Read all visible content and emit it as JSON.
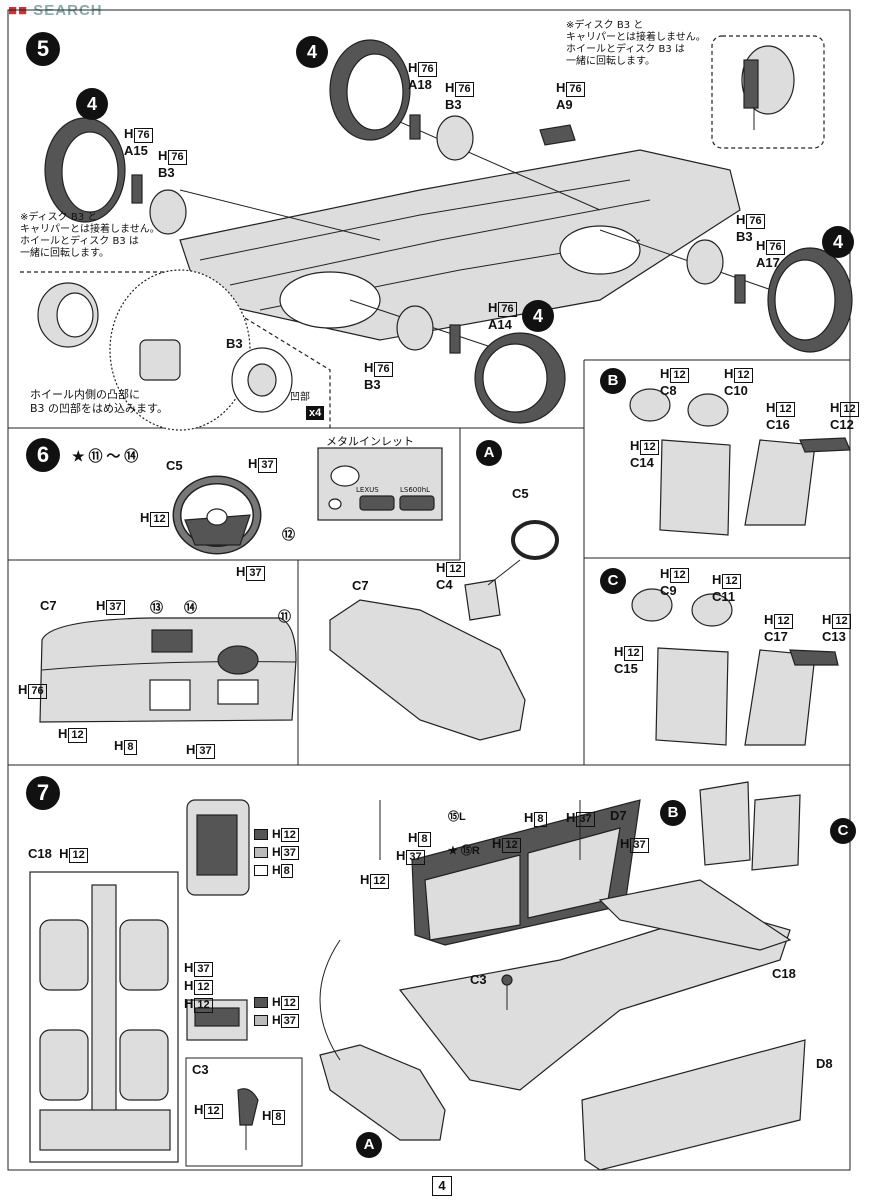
{
  "header": {
    "watermark": "SEARCH"
  },
  "page_number": "4",
  "step5": {
    "number": "5",
    "wheel_badge": "4",
    "labels": {
      "a18": {
        "code": "H",
        "color": "76",
        "part": "A18"
      },
      "b3_top": {
        "code": "H",
        "color": "76",
        "part": "B3"
      },
      "a9": {
        "code": "H",
        "color": "76",
        "part": "A9"
      },
      "a15": {
        "code": "H",
        "color": "76",
        "part": "A15"
      },
      "b3_left": {
        "code": "H",
        "color": "76",
        "part": "B3"
      },
      "b3_right": {
        "code": "H",
        "color": "76",
        "part": "B3"
      },
      "a17": {
        "code": "H",
        "color": "76",
        "part": "A17"
      },
      "a14": {
        "code": "H",
        "color": "76",
        "part": "A14"
      },
      "b3_bottom": {
        "code": "H",
        "color": "76",
        "part": "B3"
      }
    },
    "note_top_right": [
      "※ディスク B3 と",
      "キャリパーとは接着しません。",
      "ホイールとディスク B3 は",
      "一緒に回転します。"
    ],
    "note_left": [
      "※ディスク B3 と",
      "キャリパーとは接着しません。",
      "ホイールとディスク B3 は",
      "一緒に回転します。"
    ],
    "inset_b3_label": "B3",
    "inset_recess": "凹部",
    "inset_x4": "x4",
    "wheel_note": [
      "ホイール内側の凸部に",
      "B3 の凹部をはめ込みます。"
    ]
  },
  "step6": {
    "number": "6",
    "decal_range": "★ ⑪ ～ ⑭",
    "c5": {
      "part": "C5",
      "h37": "37",
      "h12": "12",
      "h37b": "37",
      "decal": "⑫"
    },
    "metal_inlet": "メタルインレット",
    "inlet_texts": [
      "LEXUS",
      "LS600hL"
    ],
    "c7_panel": {
      "part": "C7",
      "labels": [
        "37",
        "⑬",
        "⑭",
        "⑪",
        "76",
        "12",
        "8",
        "37"
      ]
    },
    "inset_a": "A",
    "a_labels": {
      "c5": "C5",
      "c4": "C4",
      "c4_h": "12",
      "c7": "C7"
    }
  },
  "seatB": {
    "badge": "B",
    "parts": [
      {
        "code": "H",
        "color": "12",
        "part": "C8"
      },
      {
        "code": "H",
        "color": "12",
        "part": "C10"
      },
      {
        "code": "H",
        "color": "12",
        "part": "C16"
      },
      {
        "code": "H",
        "color": "12",
        "part": "C12"
      },
      {
        "code": "H",
        "color": "12",
        "part": "C14"
      }
    ]
  },
  "seatC": {
    "badge": "C",
    "parts": [
      {
        "code": "H",
        "color": "12",
        "part": "C9"
      },
      {
        "code": "H",
        "color": "12",
        "part": "C11"
      },
      {
        "code": "H",
        "color": "12",
        "part": "C17"
      },
      {
        "code": "H",
        "color": "12",
        "part": "C13"
      },
      {
        "code": "H",
        "color": "12",
        "part": "C15"
      }
    ]
  },
  "step7": {
    "number": "7",
    "c18": {
      "part": "C18",
      "color": "12"
    },
    "legend1": [
      {
        "code": "H",
        "color": "12",
        "swatch": "#555555"
      },
      {
        "code": "H",
        "color": "37",
        "swatch": "#bbbbbb"
      },
      {
        "code": "H",
        "color": "8",
        "swatch": "#ffffff"
      }
    ],
    "legend2": [
      {
        "code": "H",
        "color": "12",
        "swatch": "#555555"
      },
      {
        "code": "H",
        "color": "37",
        "swatch": "#bbbbbb"
      }
    ],
    "mid_labels": [
      {
        "code": "H",
        "color": "37"
      },
      {
        "code": "H",
        "color": "12"
      },
      {
        "code": "H",
        "color": "12"
      }
    ],
    "c3_inset": {
      "part": "C3",
      "h12": "12",
      "h8": "8"
    },
    "d7": {
      "part": "D7",
      "decal_l": "⑮L",
      "decal_r": "★ ⑮R",
      "labels": [
        "8",
        "37",
        "12",
        "37",
        "12",
        "8",
        "37"
      ]
    },
    "c3_main": "C3",
    "d8": "D8",
    "c18_main": "C18",
    "badge_a": "A",
    "badge_b": "B",
    "badge_c": "C"
  }
}
